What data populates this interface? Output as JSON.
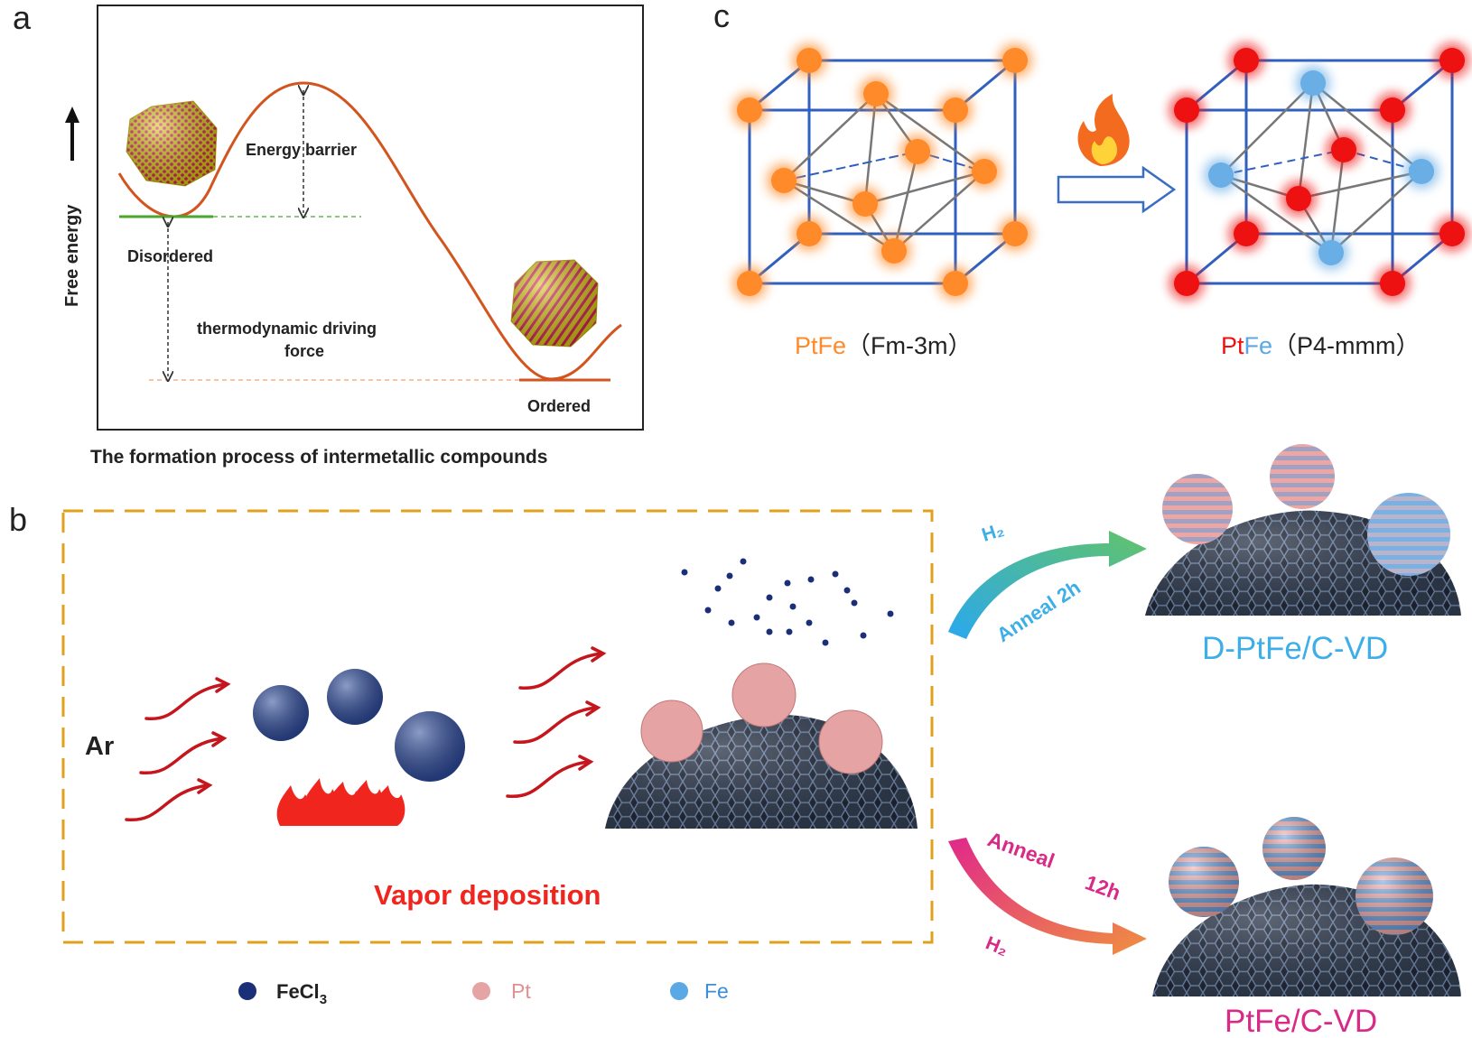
{
  "panel_a": {
    "letter": "a",
    "y_axis_label": "Free energy",
    "energy_barrier": "Energy barrier",
    "disordered": "Disordered",
    "driving_force_line1": "thermodynamic driving",
    "driving_force_line2": "force",
    "ordered": "Ordered",
    "caption": "The formation process of intermetallic compounds"
  },
  "panel_b": {
    "letter": "b",
    "ar": "Ar",
    "vapor_deposition": "Vapor deposition",
    "top_gas": "H₂",
    "top_anneal": "Anneal 2h",
    "bottom_anneal": "Anneal",
    "bottom_time": "12h",
    "bottom_gas": "H₂",
    "top_product": "D-PtFe/C-VD",
    "bottom_product": "PtFe/C-VD",
    "legend": {
      "fecl": "FeCl",
      "fecl_sub": "3",
      "pt": "Pt",
      "fe": "Fe"
    }
  },
  "panel_c": {
    "letter": "c",
    "left_label_pt": "Pt",
    "left_label_fe": "Fe",
    "left_label_group": "（Fm-3m）",
    "right_label_pt": "Pt",
    "right_label_fe": "Fe",
    "right_label_group": "（P4-mmm）"
  },
  "colors": {
    "curve": "#d2551f",
    "cube_edge": "#2f5fbf",
    "orange_atom": "#ff8a2a",
    "red_atom": "#ee1111",
    "blue_atom": "#6aaee6",
    "fecl_dot": "#1b2f78",
    "pt_particle": "#e6a3a3",
    "fe_particle": "#88bde8",
    "dashed_box": "#e0a21c",
    "text_red": "#f0251e",
    "text_blue": "#3daee8",
    "text_magenta": "#d82a86",
    "text_orange": "#ff8a2a"
  }
}
